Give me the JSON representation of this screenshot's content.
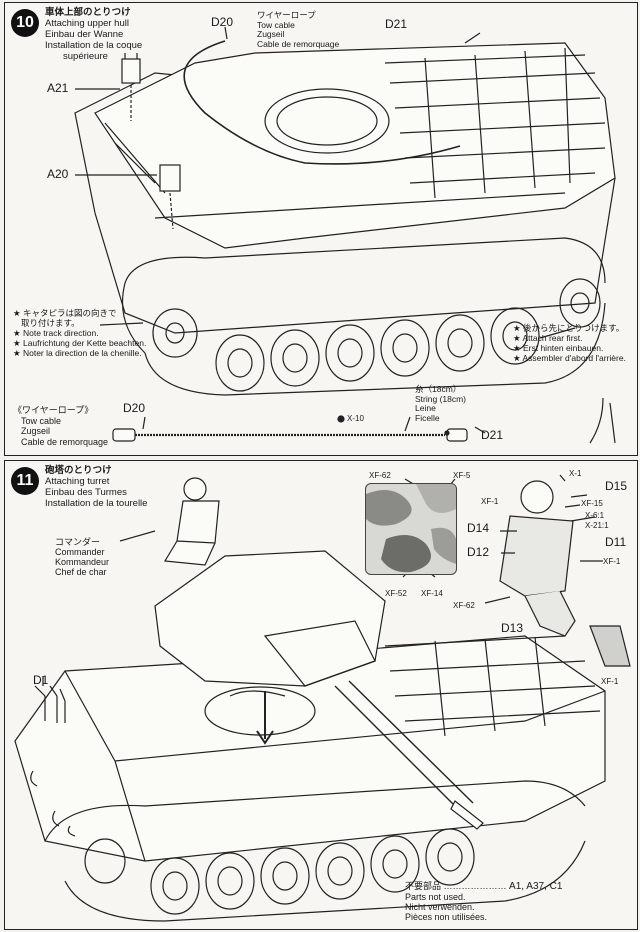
{
  "step10": {
    "number": "10",
    "title_jp": "車体上部のとりつけ",
    "title_en": "Attaching upper hull",
    "title_de": "Einbau der Wanne",
    "title_fr1": "Installation de la coque",
    "title_fr2": "supérieure",
    "labels": {
      "a21": "A21",
      "a20": "A20",
      "d20": "D20",
      "d21": "D21"
    },
    "tow_cable_callout": {
      "jp": "ワイヤーロープ",
      "en": "Tow cable",
      "de": "Zugseil",
      "fr": "Cable de remorquage"
    },
    "note_left": [
      "★ キャタピラは図の向きで",
      "取り付けます。",
      "★ Note track direction.",
      "★ Laufrichtung der Kette beachten.",
      "★ Noter la direction de la chenille."
    ],
    "note_right": [
      "★ 後から先にとりつけます。",
      "★ Attach rear first.",
      "★ Erst hinten einbauen.",
      "★ Assembler d'abord l'arrière."
    ],
    "cable_detail": {
      "jp": "《ワイヤーロープ》",
      "en": "Tow cable",
      "de": "Zugseil",
      "fr": "Cable de remorquage",
      "left_part": "D20",
      "right_part": "D21",
      "paint": "X-10",
      "string_jp": "糸（18cm）",
      "string_en": "String (18cm)",
      "string_de": "Leine",
      "string_fr": "Ficelle"
    }
  },
  "step11": {
    "number": "11",
    "title_jp": "砲塔のとりつけ",
    "title_en": "Attaching turret",
    "title_de": "Einbau des Turmes",
    "title_fr": "Installation de la tourelle",
    "commander": {
      "jp": "コマンダー",
      "en": "Commander",
      "de": "Kommandeur",
      "fr": "Chef de char"
    },
    "d1": "D1",
    "camo_paints": {
      "top_left": "XF-62",
      "top_right": "XF-5",
      "bottom_left": "XF-52",
      "bottom_right": "XF-14"
    },
    "figure_parts": {
      "d15": "D15",
      "d14": "D14",
      "d12": "D12",
      "d11": "D11",
      "d13": "D13"
    },
    "figure_paints": {
      "x1": "X-1",
      "xf1a": "XF-1",
      "xf15": "XF-15",
      "x61": "X-6:1",
      "x211": "X-21:1",
      "xf1b": "XF-1",
      "xf62": "XF-62",
      "xf1c": "XF-1"
    },
    "parts_not_used": {
      "jp": "不要部品",
      "dots": "…………………",
      "parts": "A1, A37, C1",
      "en": "Parts not used.",
      "de": "Nicht verwenden.",
      "fr": "Pièces non utilisées."
    }
  }
}
